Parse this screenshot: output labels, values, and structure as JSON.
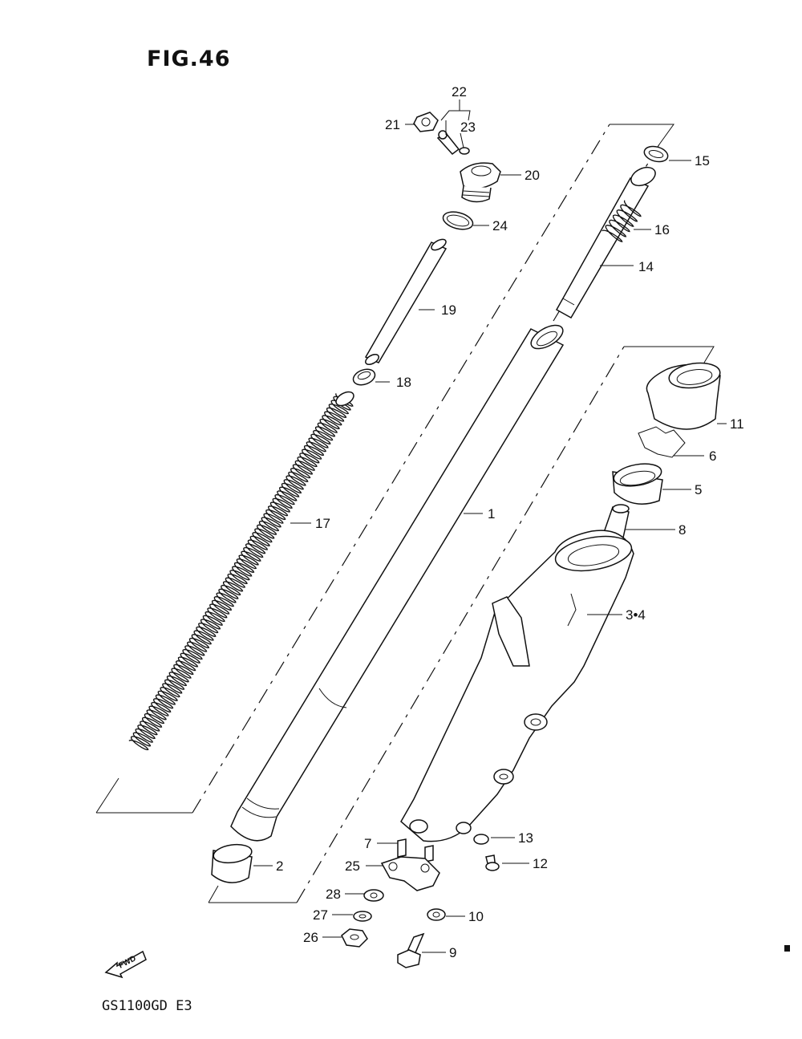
{
  "figure": {
    "title": "FIG.46",
    "footer": "GS1100GD E3",
    "direction_arrow": "FWD"
  },
  "callouts": {
    "c1": "1",
    "c2": "2",
    "c34": "3•4",
    "c5": "5",
    "c6": "6",
    "c7": "7",
    "c8": "8",
    "c9": "9",
    "c10": "10",
    "c11": "11",
    "c12": "12",
    "c13": "13",
    "c14": "14",
    "c15": "15",
    "c16": "16",
    "c17": "17",
    "c18": "18",
    "c19": "19",
    "c20": "20",
    "c21": "21",
    "c22": "22",
    "c23": "23",
    "c24": "24",
    "c25": "25",
    "c26": "26",
    "c27": "27",
    "c28": "28"
  }
}
